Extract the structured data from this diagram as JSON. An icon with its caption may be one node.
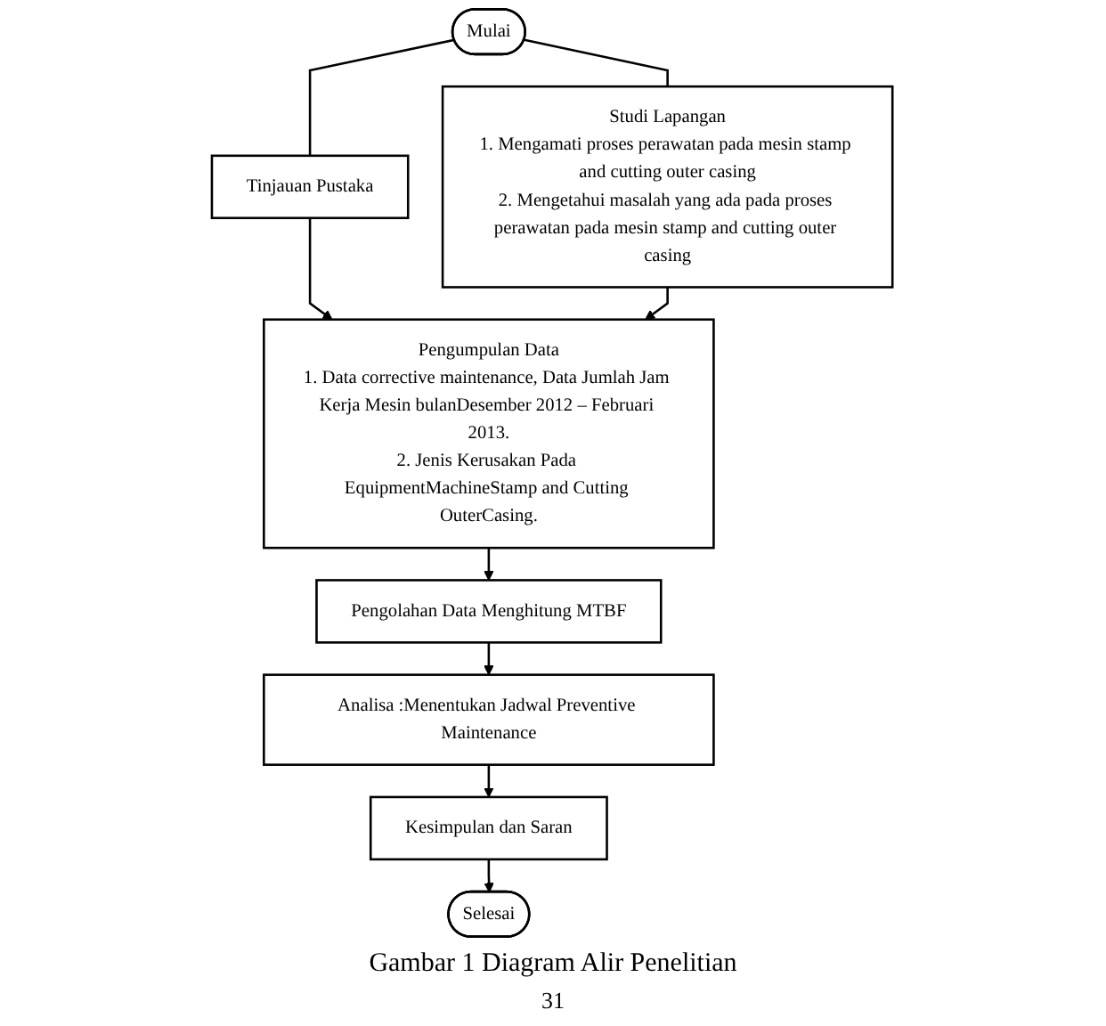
{
  "diagram": {
    "caption": "Gambar 1 Diagram Alir Penelitian",
    "nodes": [
      {
        "text": [
          "Mulai"
        ]
      },
      {
        "text": [
          "Tinjauan Pustaka"
        ]
      },
      {
        "text": [
          "Studi Lapangan",
          "1. Mengamati proses perawatan pada mesin stamp and cutting outer casing",
          "2. Mengetahui masalah yang ada pada proses perawatan pada mesin stamp and cutting outer casing"
        ]
      },
      {
        "text": [
          "Pengumpulan Data",
          "1. Data corrective maintenance, Data Jumlah Jam Kerja Mesin bulanDesember 2012 – Februari 2013.",
          "2. Jenis Kerusakan Pada EquipmentMachineStamp and Cutting OuterCasing."
        ]
      },
      {
        "text": [
          "Pengolahan Data Menghitung MTBF"
        ]
      },
      {
        "text": [
          "Analisa :Menentukan Jadwal Preventive Maintenance"
        ]
      },
      {
        "text": [
          "Kesimpulan dan Saran"
        ]
      },
      {
        "text": [
          "Selesai"
        ]
      }
    ],
    "edges": [
      {
        "from": 0,
        "to": 1,
        "arrow": "none"
      },
      {
        "from": 0,
        "to": 2,
        "arrow": "none"
      },
      {
        "from": 1,
        "to": 3,
        "arrow": "to"
      },
      {
        "from": 2,
        "to": 3,
        "arrow": "to"
      },
      {
        "from": 3,
        "to": 4,
        "arrow": "to"
      },
      {
        "from": 4,
        "to": 5,
        "arrow": "to"
      },
      {
        "from": 5,
        "to": 6,
        "arrow": "to"
      },
      {
        "from": 6,
        "to": 7,
        "arrow": "to"
      }
    ],
    "labels": [
      "31"
    ]
  }
}
